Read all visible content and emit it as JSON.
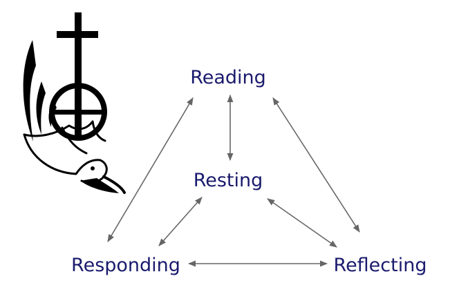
{
  "diagram": {
    "colors": {
      "label": "#1a1a6e",
      "arrow": "#666666",
      "logo": "#000000"
    },
    "logo": {
      "icon": "cross-circle-flame-dove"
    },
    "nodes": {
      "reading": "Reading",
      "resting": "Resting",
      "responding": "Responding",
      "reflecting": "Reflecting"
    },
    "edges": [
      {
        "from": "reading",
        "to": "resting",
        "direction": "both"
      },
      {
        "from": "reading",
        "to": "responding",
        "direction": "both"
      },
      {
        "from": "reading",
        "to": "reflecting",
        "direction": "both"
      },
      {
        "from": "resting",
        "to": "responding",
        "direction": "both"
      },
      {
        "from": "resting",
        "to": "reflecting",
        "direction": "both"
      },
      {
        "from": "responding",
        "to": "reflecting",
        "direction": "both"
      }
    ]
  }
}
